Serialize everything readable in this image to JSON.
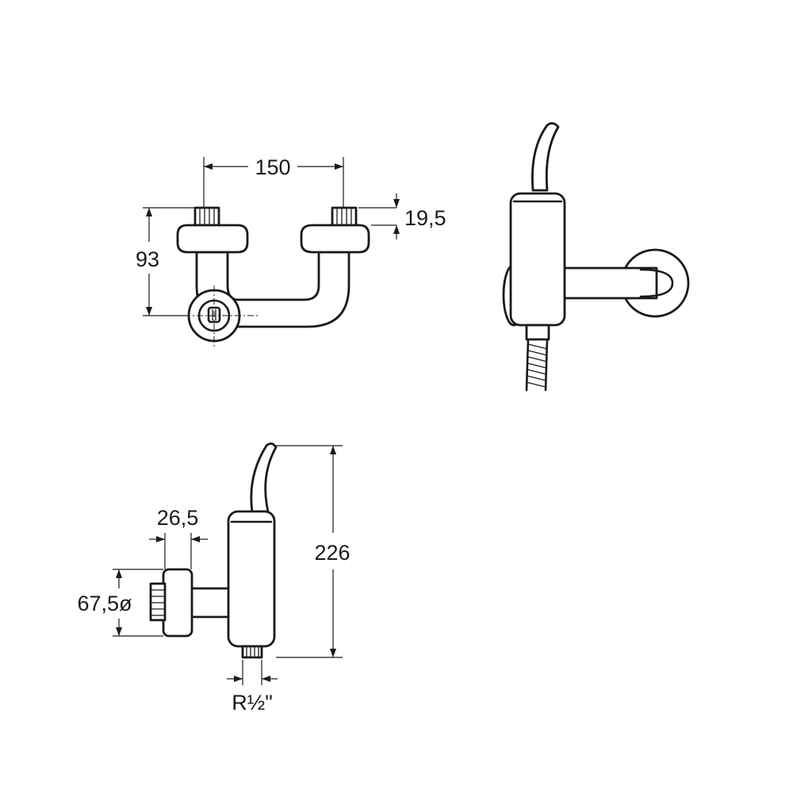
{
  "dimensions": {
    "inlet_spacing": "150",
    "thread_height": "19,5",
    "total_height_front": "93",
    "wall_offset": "26,5",
    "diameter": "67,5ø",
    "overall_height": "226",
    "outlet_thread": "R½\""
  },
  "colors": {
    "line": "#1a1a1a",
    "background": "#ffffff"
  }
}
